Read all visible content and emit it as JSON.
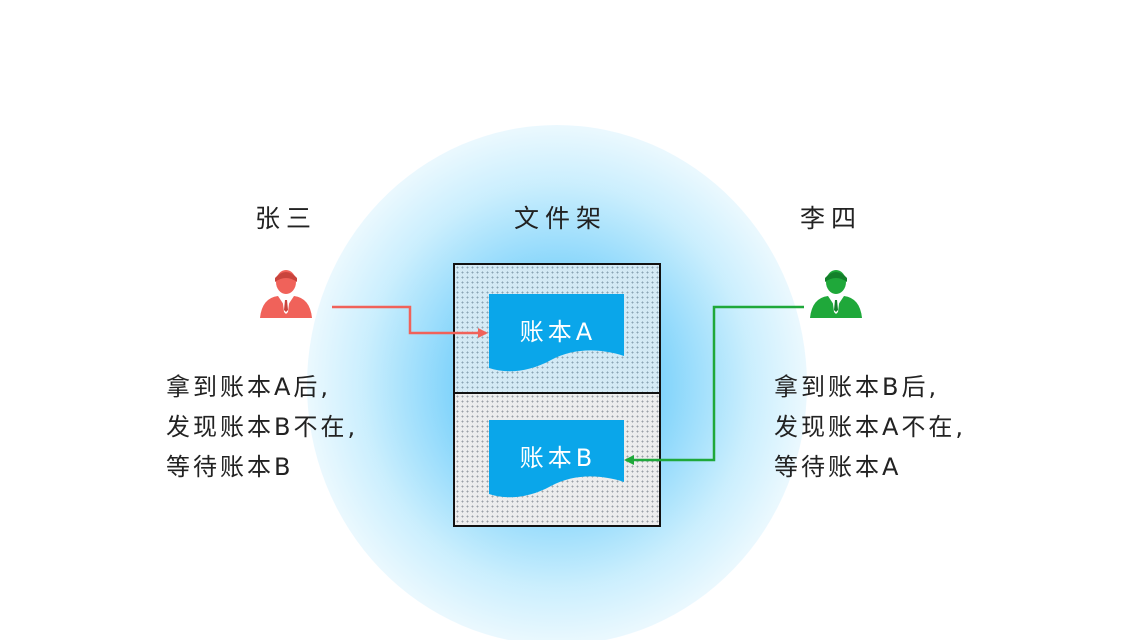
{
  "headings": {
    "left": "张三",
    "middle": "文件架",
    "right": "李四"
  },
  "books": {
    "top": "账本A",
    "bottom": "账本B"
  },
  "notes": {
    "left": [
      "拿到账本A后,",
      "发现账本B不在,",
      "等待账本B"
    ],
    "right": [
      "拿到账本B后,",
      "发现账本A不在,",
      "等待账本A"
    ]
  },
  "colors": {
    "left_person": "#f0625a",
    "right_person": "#1fa83a",
    "book": "#0aa6ea",
    "glow": "#5cc4f4"
  },
  "icons": {
    "left_person": "person-icon",
    "right_person": "person-icon"
  }
}
